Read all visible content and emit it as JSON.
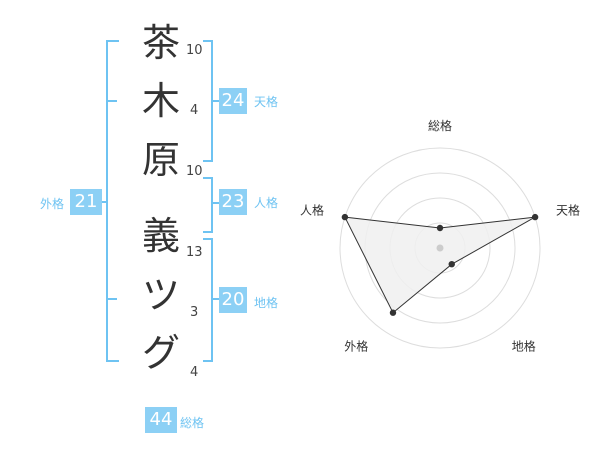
{
  "name": {
    "chars": [
      "茶",
      "木",
      "原",
      "義",
      "ツ",
      "グ"
    ],
    "strokes": [
      "10",
      "4",
      "10",
      "13",
      "3",
      "4"
    ]
  },
  "kakusu": {
    "tenkaku": {
      "value": "24",
      "label": "天格"
    },
    "jinkaku": {
      "value": "23",
      "label": "人格"
    },
    "chikaku": {
      "value": "20",
      "label": "地格"
    },
    "gaikaku": {
      "value": "21",
      "label": "外格"
    },
    "soukaku": {
      "value": "44",
      "label": "総格"
    }
  },
  "chart_data": {
    "type": "radar",
    "axes": [
      "総格",
      "天格",
      "地格",
      "外格",
      "人格"
    ],
    "values": [
      1,
      5,
      1,
      4,
      5
    ],
    "max": 5,
    "rings": 4,
    "colors": {
      "fill": "#f0f0f0",
      "line": "#333333",
      "grid": "#dddddd",
      "point": "#333333",
      "center": "#cccccc"
    }
  }
}
